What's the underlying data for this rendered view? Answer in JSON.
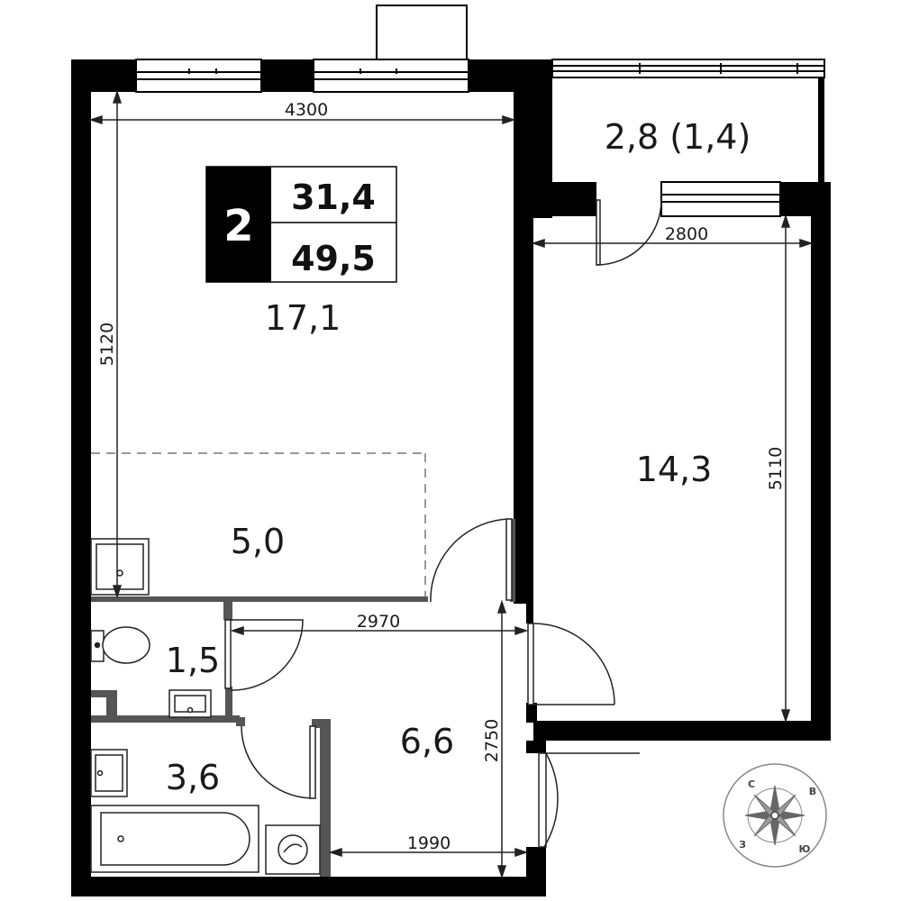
{
  "apartment": {
    "rooms_count": "2",
    "living_area": "31,4",
    "total_area": "49,5"
  },
  "rooms": {
    "living_room": "17,1",
    "kitchen": "5,0",
    "bedroom": "14,3",
    "loggia": "2,8 (1,4)",
    "toilet": "1,5",
    "hall": "6,6",
    "bathroom": "3,6"
  },
  "dimensions": {
    "living_width": "4300",
    "living_length": "5120",
    "bedroom_width": "2800",
    "bedroom_length": "5110",
    "hall_width": "2970",
    "hall_length": "2750",
    "hall_bottom_width": "1990"
  },
  "compass": {
    "north": "С",
    "east": "В",
    "south": "Ю",
    "west": "З"
  },
  "colors": {
    "wall": "#000000",
    "partition": "#555555",
    "line": "#222222"
  }
}
